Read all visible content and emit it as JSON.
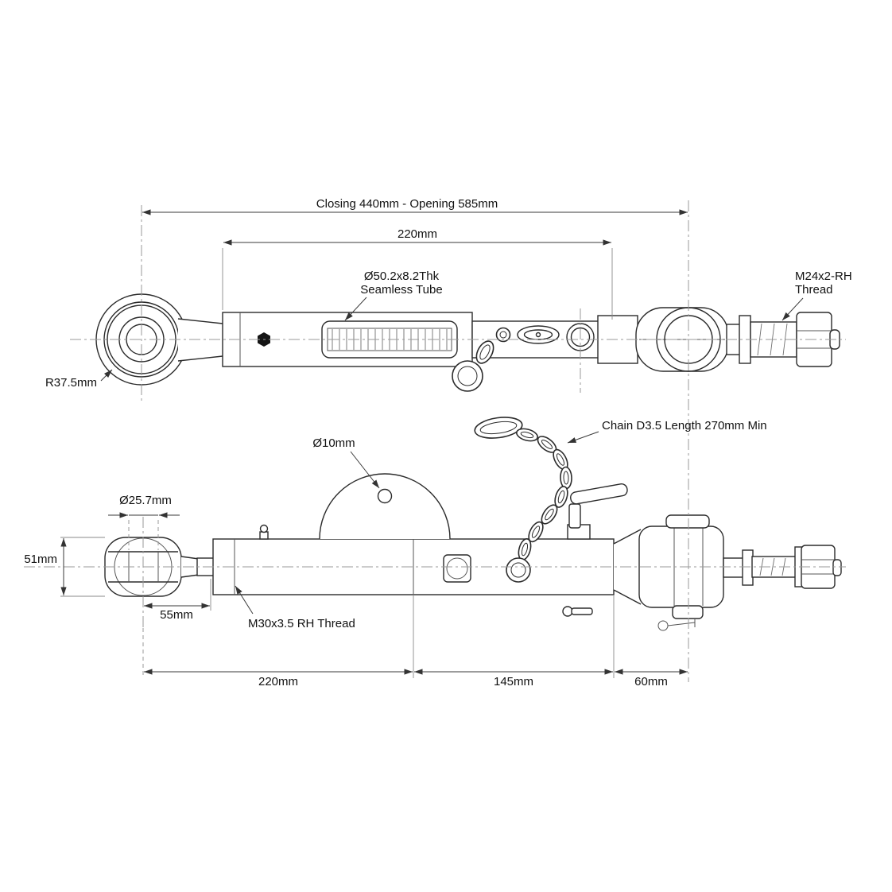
{
  "colors": {
    "ink": "#2b2b2b",
    "centerline": "#9a9a9a",
    "dimension": "#3a3a3a",
    "background": "#ffffff"
  },
  "top_view": {
    "dim_overall": "Closing 440mm - Opening 585mm",
    "dim_tube_length": "220mm",
    "tube_label_line1": "Ø50.2x8.2Thk",
    "tube_label_line2": "Seamless Tube",
    "thread_label_line1": "M24x2-RH",
    "thread_label_line2": "Thread",
    "ball_radius_label": "R37.5mm"
  },
  "side_view": {
    "hole_label": "Ø10mm",
    "chain_label": "Chain D3.5 Length 270mm Min",
    "ball_diameter_label": "Ø25.7mm",
    "ball_width_label": "51mm",
    "neck_length_label": "55mm",
    "thread_label": "M30x3.5 RH Thread",
    "dim_body_length": "220mm",
    "dim_mid_length": "145mm",
    "dim_end_length": "60mm"
  }
}
